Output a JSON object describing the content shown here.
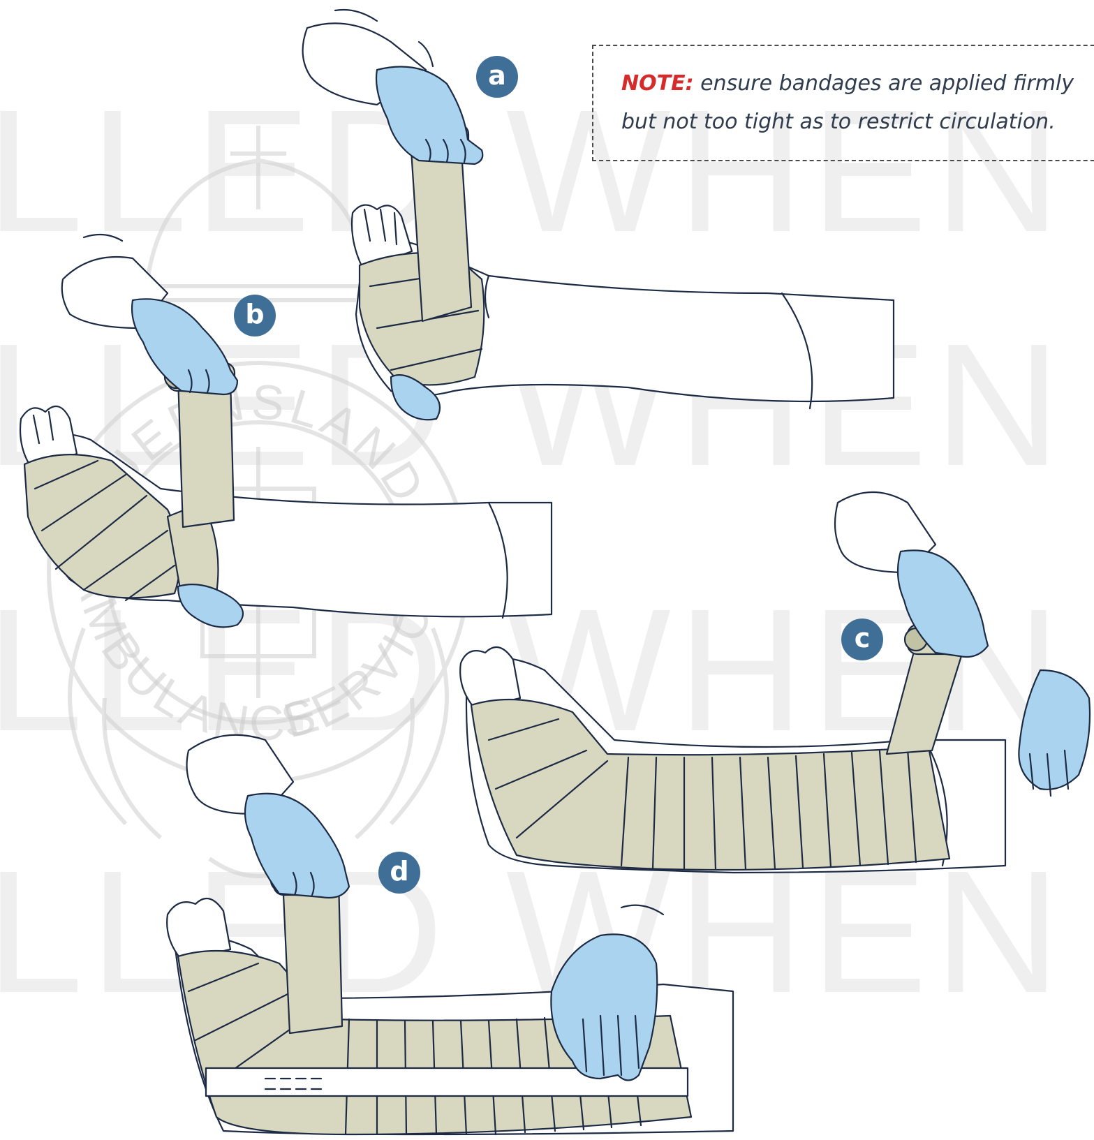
{
  "note": {
    "label": "NOTE:",
    "text": "ensure bandages are applied firmly but not too tight as to restrict circulation."
  },
  "steps": [
    {
      "id": "a",
      "label": "a"
    },
    {
      "id": "b",
      "label": "b"
    },
    {
      "id": "c",
      "label": "c"
    },
    {
      "id": "d",
      "label": "d"
    }
  ],
  "watermark": {
    "text_line": "LLED WHEN PRINTE",
    "seal_words": [
      "QUEENSLAND",
      "AMBULANCE",
      "SERVICE"
    ]
  },
  "colors": {
    "glove": "#a9d3ef",
    "bandage": "#d8d8c0",
    "outline": "#1d2a44",
    "badge": "#3f6f97",
    "note_label": "#d52b2b",
    "note_text": "#2f3c4e"
  }
}
